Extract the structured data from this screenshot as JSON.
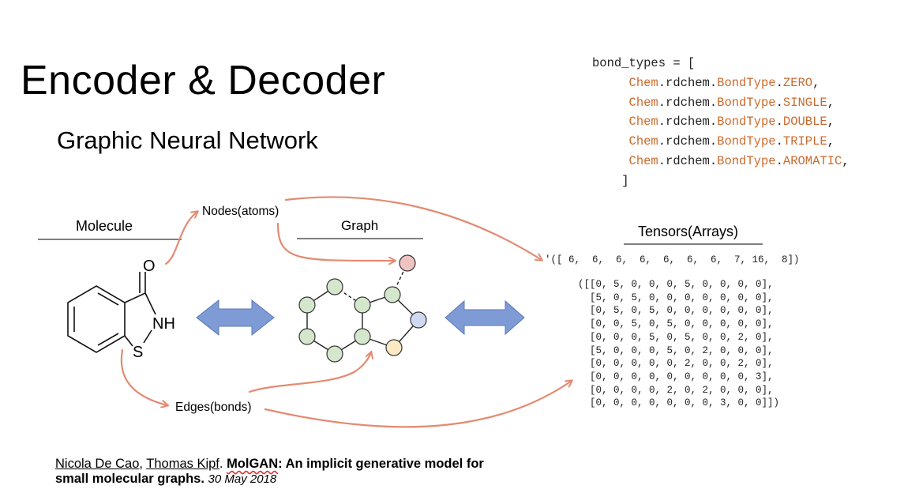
{
  "slide": {
    "title": "Encoder & Decoder",
    "subtitle": "Graphic Neural Network"
  },
  "code": {
    "open": "bond_types = [",
    "close": "]",
    "lines": [
      {
        "mod": "Chem",
        "mid": ".rdchem.",
        "cls": "BondType",
        "dot": ".",
        "val": "ZERO",
        "end": ","
      },
      {
        "mod": "Chem",
        "mid": ".rdchem.",
        "cls": "BondType",
        "dot": ".",
        "val": "SINGLE",
        "end": ","
      },
      {
        "mod": "Chem",
        "mid": ".rdchem.",
        "cls": "BondType",
        "dot": ".",
        "val": "DOUBLE",
        "end": ","
      },
      {
        "mod": "Chem",
        "mid": ".rdchem.",
        "cls": "BondType",
        "dot": ".",
        "val": "TRIPLE",
        "end": ","
      },
      {
        "mod": "Chem",
        "mid": ".rdchem.",
        "cls": "BondType",
        "dot": ".",
        "val": "AROMATIC",
        "end": ","
      }
    ]
  },
  "labels": {
    "molecule": "Molecule",
    "graph": "Graph",
    "tensors": "Tensors(Arrays)",
    "nodes": "Nodes(atoms)",
    "edges": "Edges(bonds)"
  },
  "molecule": {
    "atom_o": "O",
    "atom_nh": "NH",
    "atom_s": "S"
  },
  "tensors": {
    "vector": "'([ 6,  6,  6,  6,  6,  6,  6,  7, 16,  8])",
    "matrix": [
      "([[0, 5, 0, 0, 0, 5, 0, 0, 0, 0],",
      "  [5, 0, 5, 0, 0, 0, 0, 0, 0, 0],",
      "  [0, 5, 0, 5, 0, 0, 0, 0, 0, 0],",
      "  [0, 0, 5, 0, 5, 0, 0, 0, 0, 0],",
      "  [0, 0, 0, 5, 0, 5, 0, 0, 2, 0],",
      "  [5, 0, 0, 0, 5, 0, 2, 0, 0, 0],",
      "  [0, 0, 0, 0, 0, 2, 0, 0, 2, 0],",
      "  [0, 0, 0, 0, 0, 0, 0, 0, 0, 3],",
      "  [0, 0, 0, 0, 2, 0, 2, 0, 0, 0],",
      "  [0, 0, 0, 0, 0, 0, 0, 3, 0, 0]])"
    ]
  },
  "citation": {
    "author1": "Nicola De Cao",
    "sep1": ", ",
    "author2": "Thomas Kipf",
    "sep2": ". ",
    "title_a": "MolGAN",
    "title_b": ": An implicit generative model for",
    "title_c": "small molecular graphs.",
    "date": "30 May 2018"
  },
  "colors": {
    "arrow": "#e48a72",
    "double_arrow": "#7f9bd6",
    "node_green": "#d4e7cc",
    "node_pink": "#efc3c1",
    "node_blue": "#cfd9f2",
    "node_yellow": "#fbe9c4",
    "code_accent": "#cc6a2c"
  }
}
